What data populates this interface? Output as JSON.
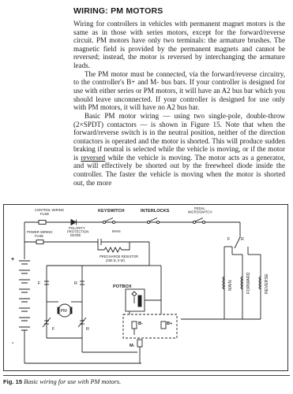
{
  "heading": "WIRING: PM MOTORS",
  "paragraphs": [
    "Wiring for controllers in vehicles with permanent magnet motors is the same as in those with series motors, except for the forward/reverse circuit. PM motors have only two terminals: the armature brushes. The magnetic field is provided by the permanent magnets and cannot be reversed; instead, the motor is reversed by interchanging the armature leads.",
    "The PM motor must be connected, via the forward/reverse circuitry, to the controller's B+ and M- bus bars. If your controller is designed for use with either series or PM motors, it will have an A2 bus bar which you should leave unconnected. If your controller is designed for use only with PM motors, it will have no A2 bus bar."
  ],
  "paragraph3": {
    "before": "Basic PM motor wiring — using two single-pole, double-throw (2×SPDT) contactors — is shown in Figure 15. Note that when the forward/reverse switch is in the neutral position, neither of the direction contactors is operated and the motor is shorted. This will produce sudden braking if neutral is selected while the vehicle is moving, or if the motor is ",
    "underlined": "reversed",
    "after": " while the vehicle is moving. The motor acts as a generator, and will effectively be shorted out by the freewheel diode inside the controller. The faster the vehicle is moving when the motor is shorted out, the more"
  },
  "diagram": {
    "control_wiring_fuse": [
      "CONTROL WIRING",
      "FUSE"
    ],
    "polarity_diode": [
      "POLARITY",
      "PROTECTION",
      "DIODE"
    ],
    "keyswitch": "KEYSWITCH",
    "interlocks": "INTERLOCKS",
    "pedal_microswitch": [
      "PEDAL",
      "MICROSWITCH"
    ],
    "power_wiring_fuse": [
      "POWER WIRING",
      "FUSE"
    ],
    "main": "MAIN",
    "precharge_resistor": [
      "PRECHARGE RESISTOR",
      "(250 Ω, 5 W)"
    ],
    "f": "F",
    "r": "R",
    "pm": "PM",
    "potbox": "POTBOX",
    "b_minus": "B-",
    "b_plus": "B+",
    "m_minus": "M-",
    "plus": "+",
    "minus": "-",
    "coil_main": "MAIN",
    "coil_forward": "FORWARD",
    "coil_reverse": "REVERSE"
  },
  "caption": {
    "label": "Fig. 15",
    "text": "Basic wiring for use with PM motors."
  }
}
